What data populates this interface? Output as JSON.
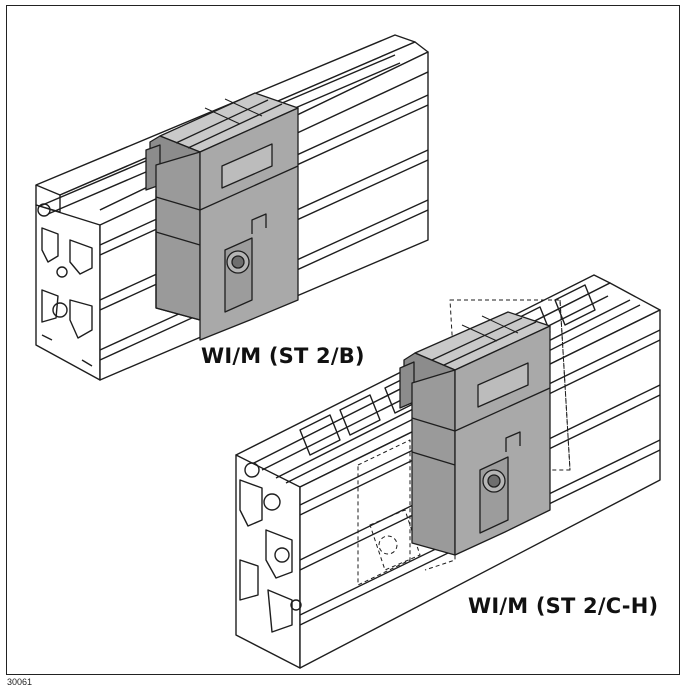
{
  "labels": {
    "upper_unit": "WI/M (ST 2/B)",
    "lower_unit": "WI/M (ST 2/C-H)"
  },
  "figure_id": "30061",
  "colors": {
    "housing": "#a9a9a9",
    "housing_light": "#c9c9c9",
    "housing_dark": "#8c8c8c",
    "outline": "#1e1e1e",
    "profile": "#ffffff"
  }
}
